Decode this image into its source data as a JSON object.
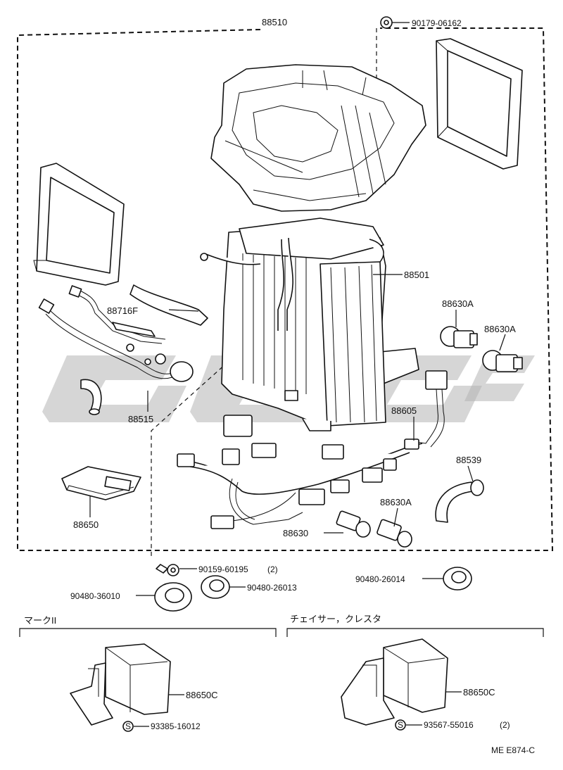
{
  "labels": {
    "assembly": "88510",
    "clip_top": "90179-06162",
    "evaporator": "88501",
    "sensor_pipe": "88716F",
    "thermistor": "88515",
    "switch_a1": "88630A",
    "switch_a2": "88630A",
    "harness": "88605",
    "hose": "88539",
    "amplifier": "88650",
    "switch_a3": "88630A",
    "switch": "88630",
    "screw": "90159-60195",
    "screw_qty": "(2)",
    "grommet_1": "90480-36010",
    "grommet_2": "90480-26013",
    "grommet_3": "90480-26014",
    "section_left": "マークII",
    "section_right": "チェイサー，クレスタ",
    "relay_left": "88650C",
    "bolt_left": "93385-16012",
    "relay_right": "88650C",
    "bolt_right": "93567-55016",
    "bolt_right_qty": "(2)",
    "s_mark": "S",
    "diagram_code": "ME  E874-C"
  },
  "colors": {
    "line": "#111111",
    "watermark": "#b5b5b5",
    "background": "#ffffff"
  }
}
